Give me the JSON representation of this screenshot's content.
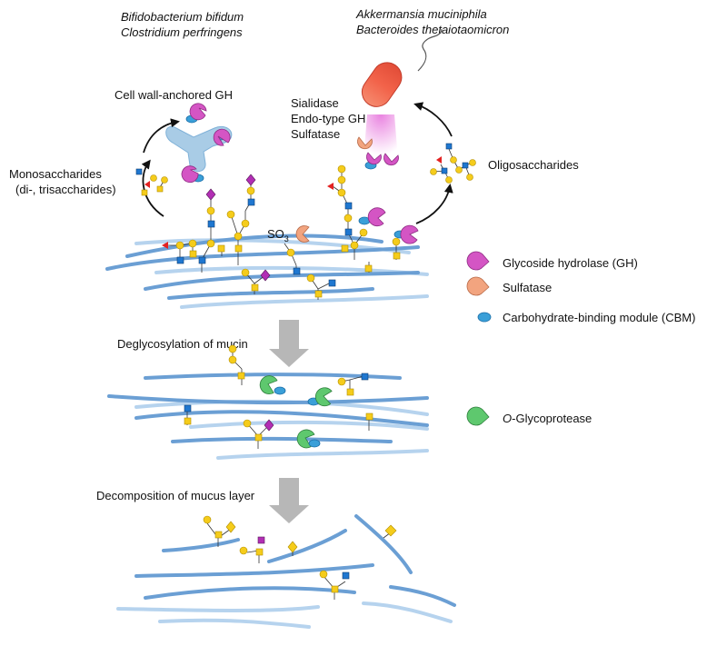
{
  "bacteria_left": {
    "line1": "Bifidobacterium bifidum",
    "line2": "Clostridium perfringens"
  },
  "bacteria_right": {
    "line1": "Akkermansia muciniphila",
    "line2": "Bacteroides thetaiotaomicron"
  },
  "left_cycle": {
    "anchored_label": "Cell wall-anchored GH",
    "products_line1": "Monosaccharides",
    "products_line2": "(di-, trisaccharides)"
  },
  "right_cycle": {
    "enzymes": [
      "Sialidase",
      "Endo-type GH",
      "Sulfatase"
    ],
    "products": "Oligosaccharides"
  },
  "sulfate_label": "SO",
  "sulfate_subscript": "3",
  "steps": {
    "step1": "Deglycosylation of mucin",
    "step2": "Decomposition of mucus layer"
  },
  "legend": [
    {
      "icon": "pacman-magenta-icon",
      "color": "#d455c4",
      "label": "Glycoside hydrolase (GH)"
    },
    {
      "icon": "pacman-salmon-icon",
      "color": "#f2a47f",
      "label": "Sulfatase"
    },
    {
      "icon": "ellipse-blue-icon",
      "color": "#3a9fd8",
      "label": "Carbohydrate-binding module (CBM)"
    },
    {
      "icon": "pacman-green-icon",
      "color": "#5ec86e",
      "label": "O-Glycoprotease",
      "italic_prefix": "O",
      "rest": "-Glycoprotease"
    }
  ],
  "colors": {
    "fiber_dark": "#6b9fd4",
    "fiber_light": "#b6d3ee",
    "galnac_yellow_square": "#f5cc1b",
    "galactose_yellow_circle": "#f5cc1b",
    "glcnac_blue_square": "#1f77d0",
    "fucose_red_triangle": "#e32222",
    "sialic_magenta_diamond": "#b22eb4",
    "arrow_gray": "#b7b7b7",
    "bacterium": "#f06d56"
  }
}
